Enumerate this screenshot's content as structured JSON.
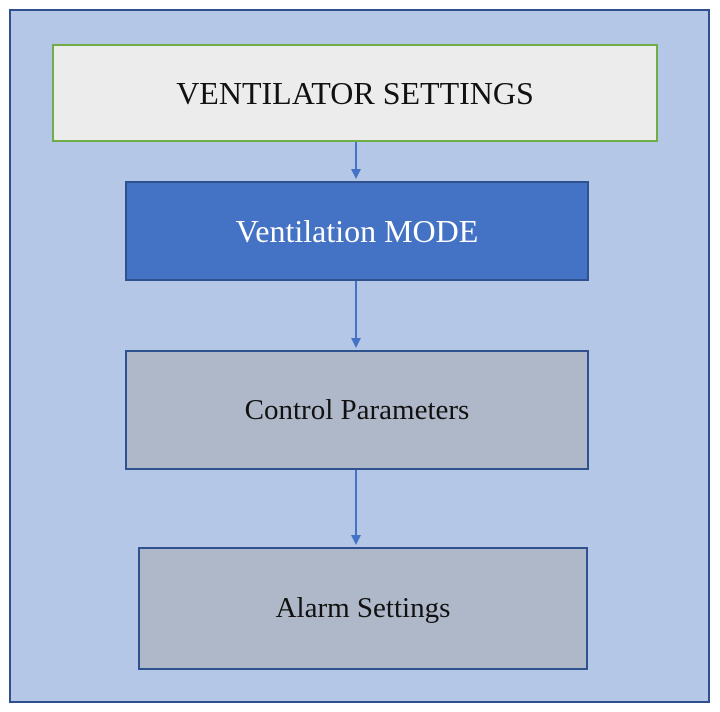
{
  "diagram": {
    "nodes": [
      {
        "id": "ventilator-settings",
        "label": "VENTILATOR SETTINGS"
      },
      {
        "id": "ventilation-mode",
        "label": "Ventilation MODE"
      },
      {
        "id": "control-parameters",
        "label": "Control Parameters"
      },
      {
        "id": "alarm-settings",
        "label": "Alarm Settings"
      }
    ],
    "edges": [
      {
        "from": "ventilator-settings",
        "to": "ventilation-mode"
      },
      {
        "from": "ventilation-mode",
        "to": "control-parameters"
      },
      {
        "from": "control-parameters",
        "to": "alarm-settings"
      }
    ],
    "colors": {
      "background": "#b4c7e7",
      "frame_border": "#2f4f8f",
      "settings_fill": "#ececec",
      "settings_border": "#70ad47",
      "mode_fill": "#4472c4",
      "step_fill": "#aeb8c8",
      "box_border": "#2f528f",
      "arrow": "#4472c4"
    }
  }
}
